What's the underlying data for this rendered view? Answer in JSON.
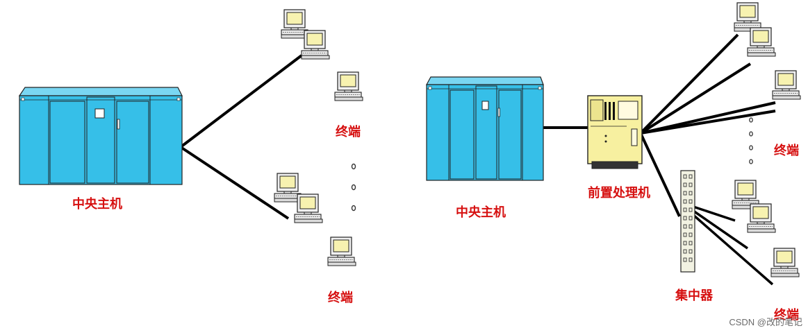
{
  "left_diagram": {
    "mainframe_label": "中央主机",
    "terminal_label_top": "终端",
    "terminal_label_bottom": "终端"
  },
  "right_diagram": {
    "mainframe_label": "中央主机",
    "frontend_label": "前置处理机",
    "concentrator_label": "集中器",
    "terminal_label_top": "终端",
    "terminal_label_bottom": "终端"
  },
  "watermark": "CSDN @改的笔记",
  "colors": {
    "mainframe": "#36bfe8",
    "terminal_screen": "#f7f2b0",
    "terminal_body": "#f0f0f0",
    "frontend_processor": "#f7f0a0",
    "label": "#d61010",
    "link": "#000000"
  }
}
